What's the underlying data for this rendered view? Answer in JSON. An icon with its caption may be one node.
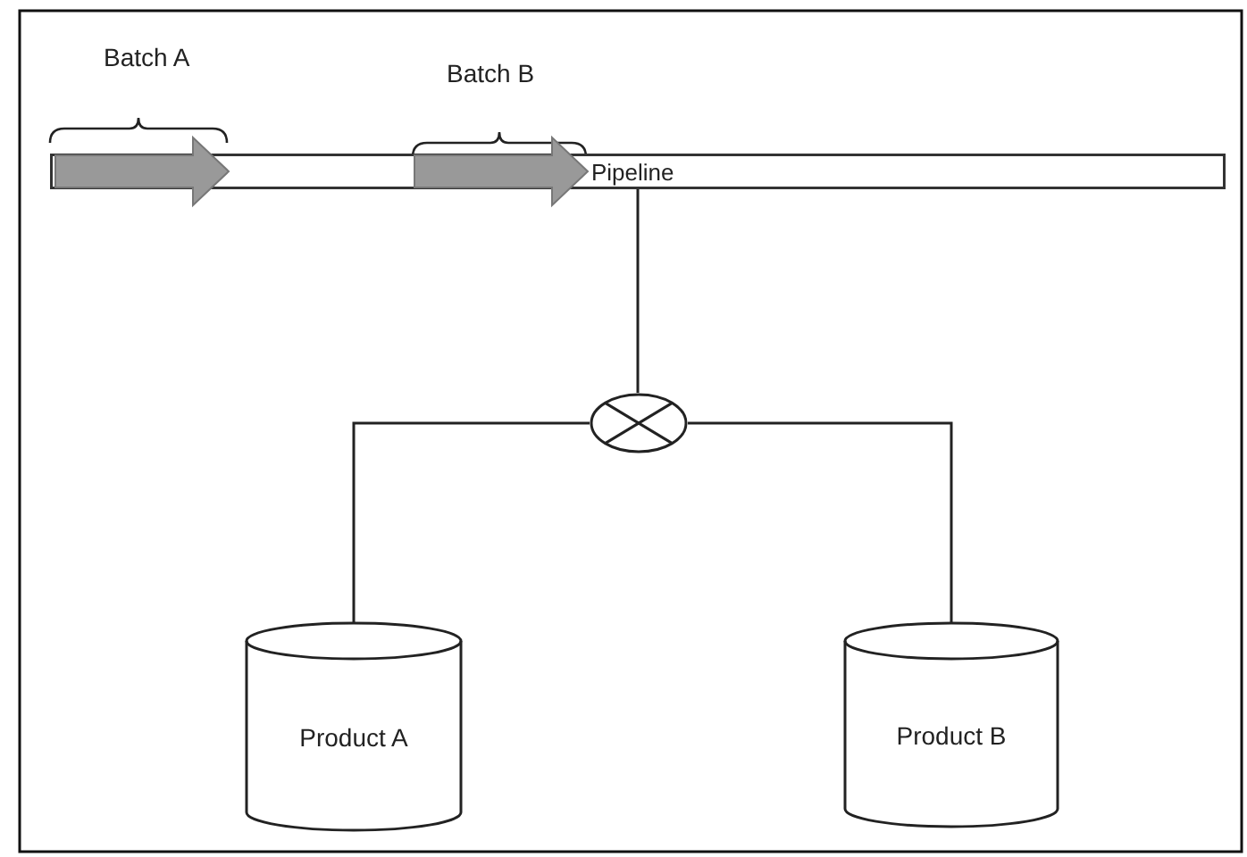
{
  "diagram": {
    "nodes": [
      {
        "text": [
          "Pipeline"
        ]
      },
      {
        "text": [],
        "shape": "circle"
      },
      {
        "text": [
          "Product A"
        ]
      },
      {
        "text": [
          "Product B"
        ]
      }
    ],
    "edges": [
      {
        "from": 0,
        "to": 1,
        "arrow": "none"
      },
      {
        "from": 1,
        "to": 2,
        "arrow": "none"
      },
      {
        "from": 1,
        "to": 3,
        "arrow": "none"
      }
    ],
    "labels": [
      "Batch A",
      "Batch B"
    ]
  }
}
